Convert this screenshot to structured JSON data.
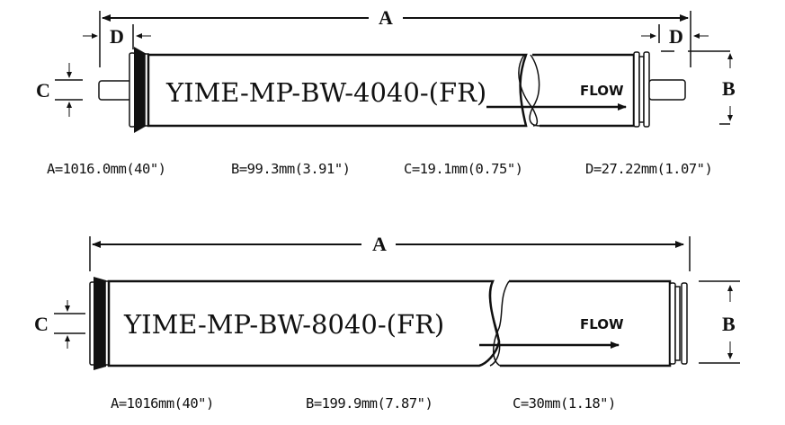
{
  "diagrams": [
    {
      "model": "YIME-MP-BW-4040-(FR)",
      "flow_label": "FLOW",
      "dimension_labels": [
        "A",
        "B",
        "C",
        "D",
        "D"
      ],
      "specs": [
        "A=1016.0mm(40\")",
        "B=99.3mm(3.91\")",
        "C=19.1mm(0.75\")",
        "D=27.22mm(1.07\")"
      ]
    },
    {
      "model": "YIME-MP-BW-8040-(FR)",
      "flow_label": "FLOW",
      "dimension_labels": [
        "A",
        "B",
        "C"
      ],
      "specs": [
        "A=1016mm(40\")",
        "B=199.9mm(7.87\")",
        "C=30mm(1.18\")"
      ]
    }
  ]
}
